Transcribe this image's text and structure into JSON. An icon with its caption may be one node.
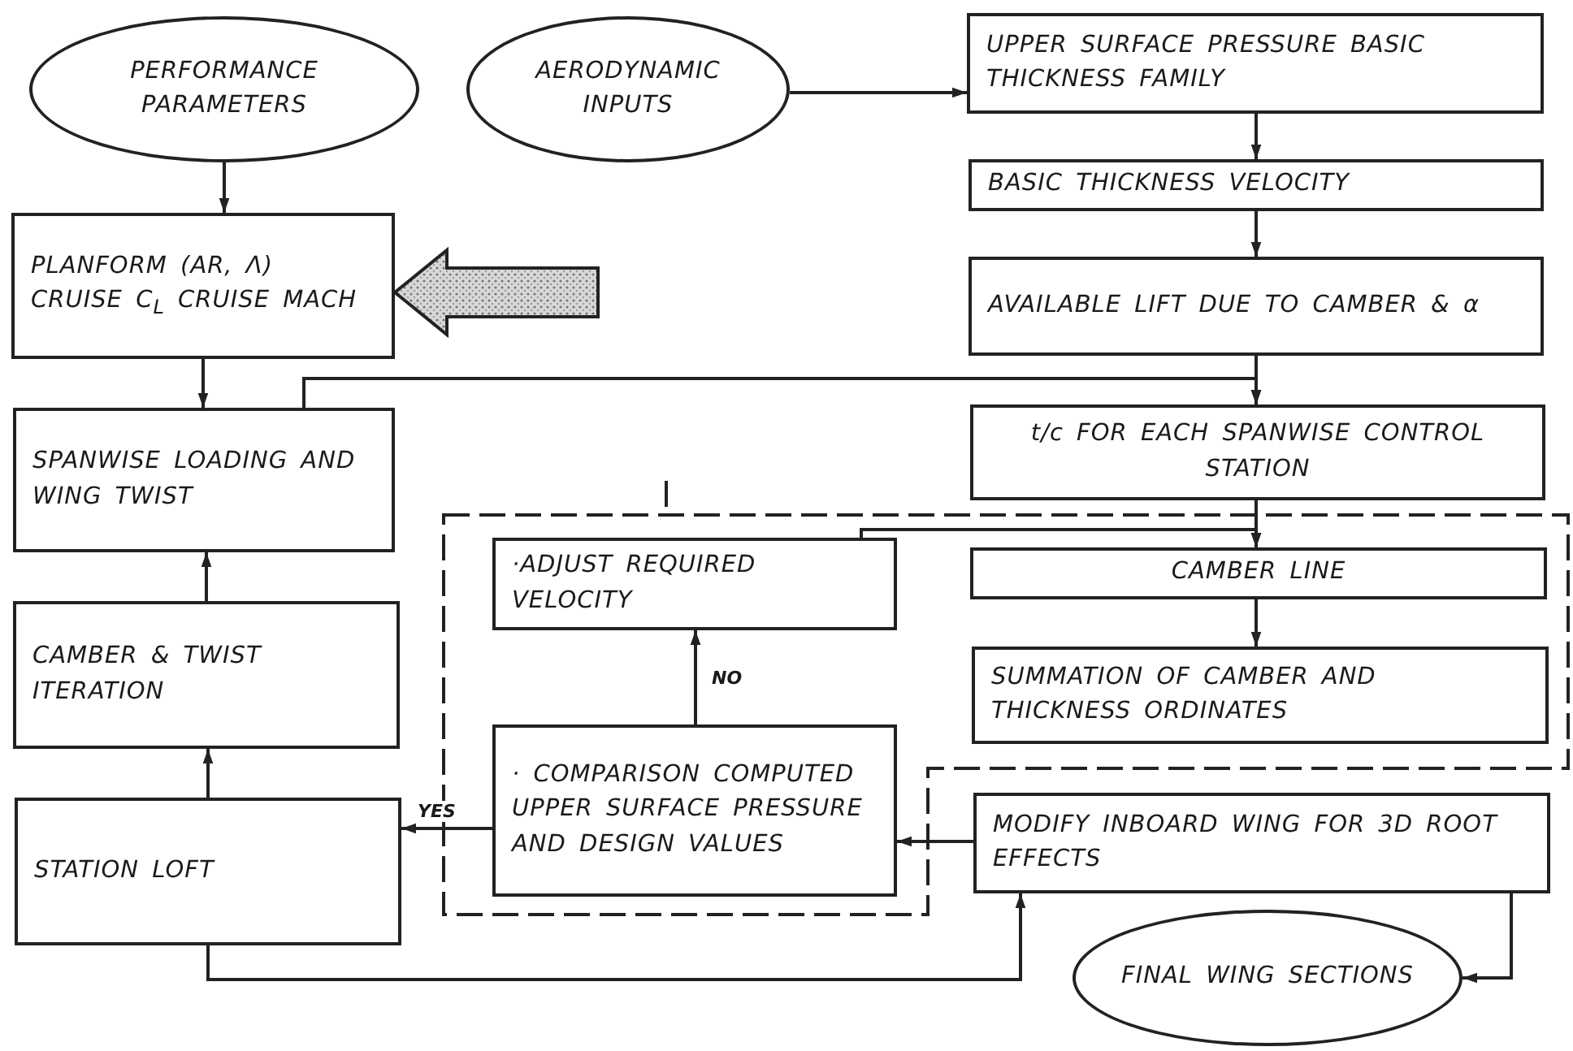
{
  "diagram": {
    "nodes": [
      {
        "text": [
          "PERFORMANCE PARAMETERS"
        ]
      },
      {
        "text": [
          "AERODYNAMIC INPUTS"
        ]
      },
      {
        "text": [
          "UPPER SURFACE PRESSURE BASIC THICKNESS FAMILY"
        ]
      },
      {
        "text": [
          "BASIC THICKNESS VELOCITY"
        ]
      },
      {
        "text": [
          "AVAILABLE LIFT DUE TO CAMBER & α"
        ]
      },
      {
        "text": [
          "t/c FOR EACH SPANWISE CONTROL STATION"
        ]
      },
      {
        "text": [
          "PLANFORM (AR, Λ) CRUISE C$_{L}$ CRUISE MACH"
        ]
      },
      {
        "text": [
          "SPANWISE LOADING AND WING TWIST"
        ]
      },
      {
        "text": [
          "CAMBER & TWIST ITERATION"
        ]
      },
      {
        "text": [
          "STATION LOFT"
        ]
      },
      {
        "text": [
          "·ADJUST REQUIRED VELOCITY"
        ]
      },
      {
        "text": [
          "CAMBER LINE"
        ]
      },
      {
        "text": [
          "SUMMATION OF CAMBER AND THICKNESS ORDINATES"
        ]
      },
      {
        "text": [
          "· COMPARISON COMPUTED UPPER SURFACE PRESSURE AND DESIGN VALUES"
        ]
      },
      {
        "text": [
          "MODIFY INBOARD WING FOR 3D ROOT EFFECTS"
        ]
      },
      {
        "text": [
          "FINAL WING SECTIONS"
        ]
      }
    ],
    "edges": [
      {
        "from": 0,
        "to": 6,
        "arrow": "to"
      },
      {
        "from": 1,
        "to": 2,
        "arrow": "to"
      },
      {
        "from": 2,
        "to": 3,
        "arrow": "to"
      },
      {
        "from": 3,
        "to": 4,
        "arrow": "to"
      },
      {
        "from": 4,
        "to": 5,
        "arrow": "to"
      },
      {
        "from": 6,
        "to": 7,
        "arrow": "to"
      },
      {
        "from": 7,
        "to": 5,
        "arrow": "to"
      },
      {
        "from": 5,
        "to": 11,
        "arrow": "to"
      },
      {
        "from": 10,
        "to": 11,
        "arrow": "to"
      },
      {
        "from": 11,
        "to": 12,
        "arrow": "to"
      },
      {
        "from": 13,
        "to": 10,
        "arrow": "to",
        "label": "NO"
      },
      {
        "from": 13,
        "to": 9,
        "arrow": "to",
        "label": "YES"
      },
      {
        "from": 14,
        "to": 13,
        "arrow": "to"
      },
      {
        "from": 9,
        "to": 14,
        "arrow": "to"
      },
      {
        "from": 14,
        "to": 15,
        "arrow": "to"
      },
      {
        "from": null,
        "to": 6,
        "arrow": "to",
        "style": "thick"
      },
      {
        "from": 8,
        "to": 7,
        "arrow": "to"
      },
      {
        "from": 9,
        "to": 8,
        "arrow": "to"
      }
    ]
  }
}
